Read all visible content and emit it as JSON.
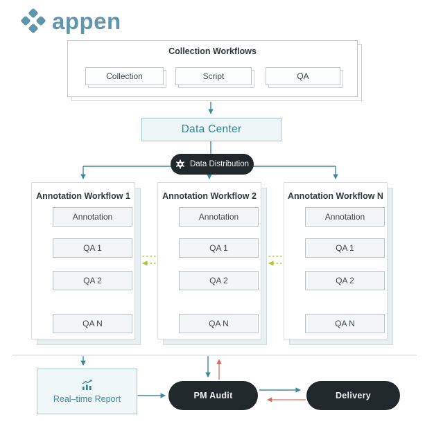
{
  "logo": {
    "text": "appen"
  },
  "collection_panel": {
    "title": "Collection Workflows",
    "items": [
      "Collection",
      "Script",
      "QA"
    ]
  },
  "data_center": {
    "label": "Data Center"
  },
  "data_distribution": {
    "label": "Data Distribution",
    "icon": "gear-icon"
  },
  "workflows": [
    {
      "title": "Annotation Workflow 1",
      "steps": [
        "Annotation",
        "QA 1",
        "QA 2",
        "QA N"
      ]
    },
    {
      "title": "Annotation Workflow 2",
      "steps": [
        "Annotation",
        "QA 1",
        "QA 2",
        "QA N"
      ]
    },
    {
      "title": "Annotation Workflow N",
      "steps": [
        "Annotation",
        "QA 1",
        "QA 2",
        "QA N"
      ]
    }
  ],
  "footer": {
    "report_label": "Real–time Report",
    "report_icon": "bar-chart-icon",
    "pm_audit_label": "PM Audit",
    "delivery_label": "Delivery"
  },
  "colors": {
    "brand": "#6096ab",
    "flow_teal": "#3f8a9a",
    "feedback_red": "#d0705a",
    "exchange_olive": "#b2c437",
    "pill_dark": "#20282b"
  }
}
